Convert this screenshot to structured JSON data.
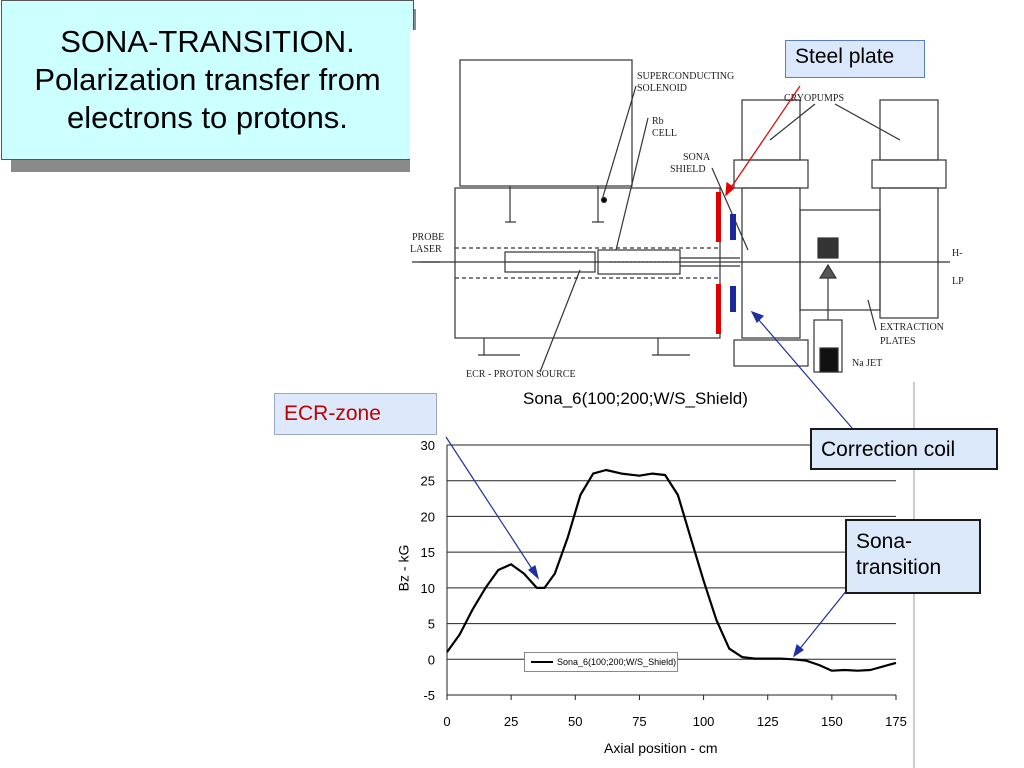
{
  "slide": {
    "title_lines": [
      "SONA-TRANSITION.",
      "Polarization transfer from",
      "electrons to protons."
    ]
  },
  "callouts": {
    "steel_plate": "Steel plate",
    "ecr_zone": "ECR-zone",
    "correction_coil": "Correction coil",
    "sona_transition_lines": [
      "Sona-",
      "transition"
    ]
  },
  "diagram_labels": {
    "superconducting_solenoid": [
      "SUPERCONDUCTING",
      "SOLENOID"
    ],
    "cryopumps": "CRYOPUMPS",
    "rb_cell": [
      "Rb",
      "CELL"
    ],
    "sona_shield": [
      "SONA",
      "SHIELD"
    ],
    "probe_laser": [
      "PROBE",
      "LASER"
    ],
    "h_minus": "H-",
    "lp": "LP",
    "extraction_plates": [
      "EXTRACTION",
      "PLATES"
    ],
    "na_jet": "Na JET",
    "ecr_proton_source": "ECR - PROTON SOURCE"
  },
  "colors": {
    "callout_bg": "#dbe9fb",
    "title_bg": "#ccffff",
    "ecr_text": "#c00000",
    "steel_plate_mark": "#e00000",
    "correction_coil_mark": "#1a2a9a",
    "arrow_blue": "#2030a0",
    "arrow_red": "#e00000"
  },
  "chart_data": {
    "type": "line",
    "title": "Sona_6(100;200;W/S_Shield)",
    "xlabel": "Axial position - cm",
    "ylabel": "Bz - kG",
    "xlim": [
      0,
      175
    ],
    "ylim": [
      -5,
      30
    ],
    "xticks": [
      "0",
      "25",
      "50",
      "75",
      "100",
      "125",
      "150",
      "175"
    ],
    "yticks": [
      "30",
      "25",
      "20",
      "15",
      "10",
      "5",
      "0",
      "-5"
    ],
    "grid": "horizontal",
    "legend_position": "bottom-center",
    "series": [
      {
        "name": "Sona_6(100;200;W/S_Shield)",
        "x": [
          0,
          5,
          10,
          15,
          20,
          25,
          30,
          35,
          38,
          42,
          47,
          52,
          57,
          62,
          68,
          75,
          80,
          85,
          90,
          95,
          100,
          105,
          110,
          115,
          120,
          125,
          130,
          135,
          140,
          145,
          150,
          155,
          160,
          165,
          170,
          175
        ],
        "y": [
          1,
          3.5,
          7,
          10,
          12.5,
          13.3,
          12,
          10,
          10,
          12,
          17,
          23,
          26,
          26.5,
          26,
          25.7,
          26,
          25.8,
          23,
          17,
          11,
          5.5,
          1.5,
          0.3,
          0.1,
          0.1,
          0.1,
          0,
          -0.2,
          -0.8,
          -1.6,
          -1.5,
          -1.6,
          -1.5,
          -1,
          -0.5
        ]
      }
    ]
  }
}
